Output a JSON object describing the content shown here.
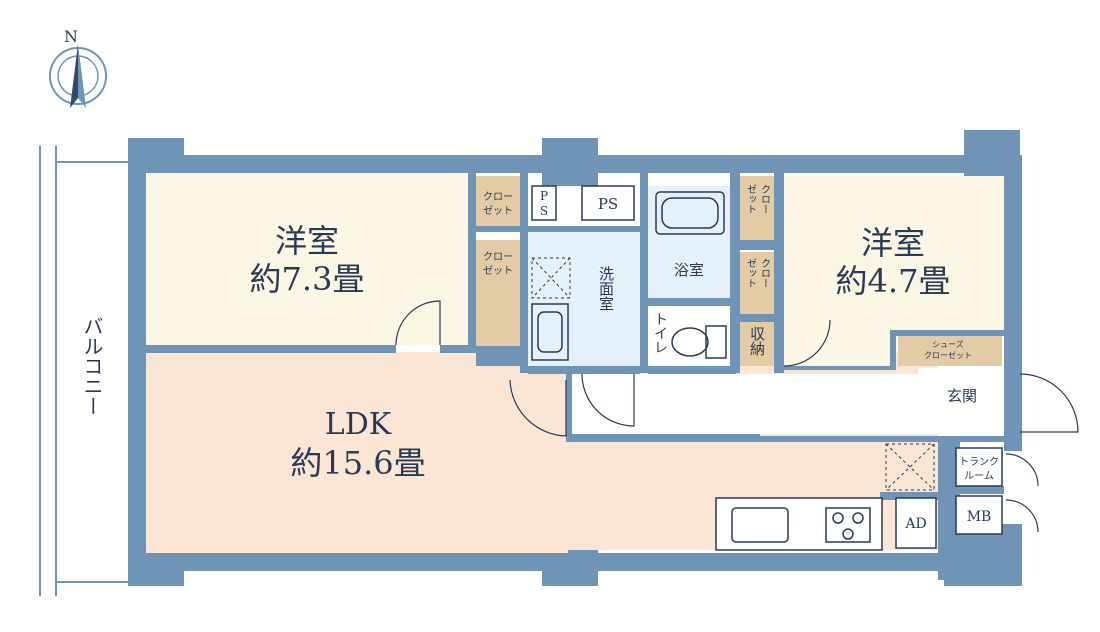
{
  "compass": {
    "north_label": "N"
  },
  "balcony": {
    "label": "バルコニー"
  },
  "rooms": {
    "western_left": {
      "name": "洋室",
      "size": "約7.3畳"
    },
    "western_right": {
      "name": "洋室",
      "size": "約4.7畳"
    },
    "ldk": {
      "name": "LDK",
      "size": "約15.6畳"
    },
    "closet_top": {
      "line1": "クロー",
      "line2": "ゼット"
    },
    "closet_mid": {
      "line1": "クロー",
      "line2": "ゼット"
    },
    "closet_right_top": {
      "col1": "クロー",
      "col2": "ゼット"
    },
    "closet_right_bottom": {
      "col1": "クロー",
      "col2": "ゼット"
    },
    "ps_small": {
      "line1": "P",
      "line2": "S"
    },
    "ps": {
      "label": "PS"
    },
    "washroom": {
      "label": "洗面室"
    },
    "bathroom": {
      "label": "浴室"
    },
    "toilet": {
      "label": "トイレ"
    },
    "storage": {
      "label": "収納"
    },
    "shoe_closet": {
      "line1": "シューズ",
      "line2": "クローゼット"
    },
    "entrance": {
      "label": "玄関"
    },
    "trunk_room": {
      "line1": "トランク",
      "line2": "ルーム"
    },
    "mb": {
      "label": "MB"
    },
    "ad": {
      "label": "AD"
    }
  },
  "colors": {
    "wall": "#6f94b5",
    "wall_dark": "#2d4a70",
    "western": "#fcf6e4",
    "ldk": "#fbe5d4",
    "closet": "#e3cba5",
    "wet": "#e6f0fa",
    "white": "#ffffff"
  }
}
